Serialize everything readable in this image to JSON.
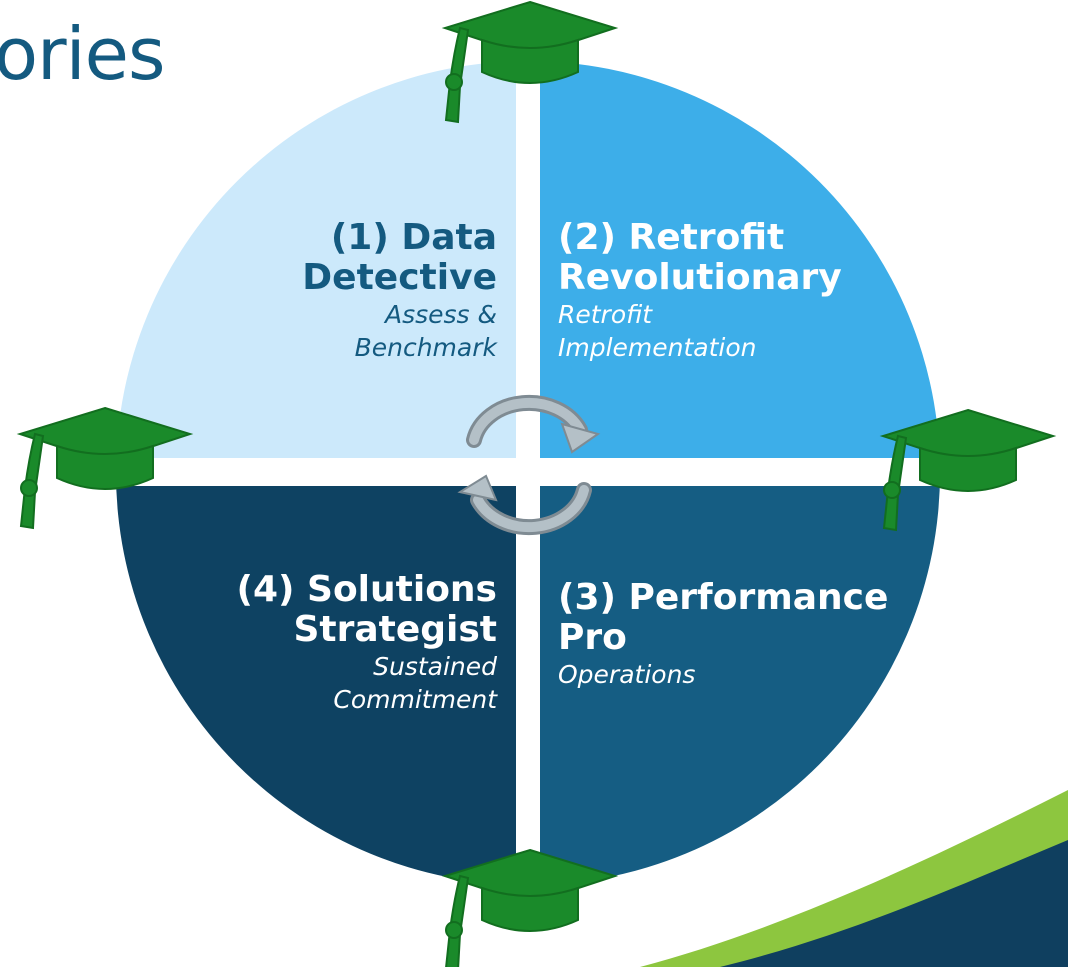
{
  "title": "ories",
  "quadrants": [
    {
      "number": "(1)",
      "heading_line1": "(1) Data",
      "heading_line2": "Detective",
      "subtitle_line1": "Assess &",
      "subtitle_line2": "Benchmark",
      "color": "#cce9fb"
    },
    {
      "number": "(2)",
      "heading_line1": "(2) Retrofit",
      "heading_line2": "Revolutionary",
      "subtitle_line1": "Retrofit",
      "subtitle_line2": "Implementation",
      "color": "#3daee9"
    },
    {
      "number": "(3)",
      "heading_line1": "(3) Performance",
      "heading_line2": "Pro",
      "subtitle_line1": "Operations",
      "subtitle_line2": "",
      "color": "#155d83"
    },
    {
      "number": "(4)",
      "heading_line1": "(4) Solutions",
      "heading_line2": "Strategist",
      "subtitle_line1": "Sustained",
      "subtitle_line2": "Commitment",
      "color": "#0e4262"
    }
  ],
  "colors": {
    "title": "#145a80",
    "cap": "#1a8a2a",
    "cap_dark": "#126e1f",
    "arrows": "#a8b4bc",
    "accent_green": "#8dc63f",
    "accent_navy": "#0f3f5f"
  },
  "icons": [
    "graduation-cap-icon",
    "cycle-arrows-icon"
  ]
}
